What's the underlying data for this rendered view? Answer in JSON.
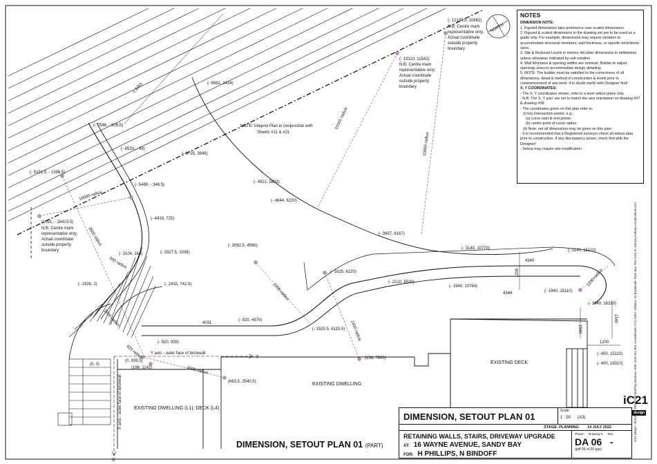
{
  "notes": {
    "heading": "NOTES",
    "dimension_note_heading": "DIMENSION NOTE:",
    "items": [
      "1. Figured dimensions take preference over scaled dimensions.",
      "2. Figured & scaled dimensions in the drawing set are to be used as a guide only. For example; dimensions may require variation to accommodate structural members, wall thickness, or specific brick/block sizes.",
      "3. Site & Reduced Levels in metres; All other dimensions in millimetres unless otherwise indicated by unit notation.",
      "4. Wall thickness & opening widths are nominal; Builder to adjust openings sizes to accommodate design detailing.",
      "5. NOTE: The builder must be satisfied to the correctness of all dimensions, detail & method of construction & levels prior to commencement of any work. If in doubt clarify with Designer first!"
    ],
    "xy_heading": "X, Y COORDINATES:",
    "xy_items": [
      "- The X, Y coordinates shown, refer to a level setout plane only.",
      "- N.B: The X, Y axis' are set to match the axis orientation on drawing #07 & drawing #08",
      "- The coordinates given on this plan refer to:",
      "(i) key intersection points; e.g.;",
      "(a) curve start & end points;",
      "(b) centre point of curve radius;",
      "(ii) Note: not all dimensions may be given on this plan.",
      "- It is recommended that a Registered surveyor check all setout data prior to construction. If any discrepancy arises, check first with the Designer!",
      "- Setout may require site modification"
    ]
  },
  "side_credit": "iC21 Design - BUILDING DESIGN & DrafTing Services; Mob: 0416 251 904; Accreditation # CC 609V; Address: 61 Esplanade, Rose Bay, TAS 7015; E: anthony.sullivan.ic21@outlook.com",
  "north_label": "NORTH",
  "labels": {
    "plan_note": "NOTE: Intepret Plan in conjunction with",
    "plan_note2": "Sheets #11 & #21",
    "centre_note_1": "N.B: Centre mark",
    "centre_note_2": "representative only;",
    "centre_note_3": "Actual coordinate",
    "centre_note_4": "outside property",
    "centre_note_5": "boundary",
    "y_axis": "Y axis - outer face of brickwall",
    "x_axis": "X axis - outer face of brickwall",
    "y_letter": "Y",
    "x_letter": "X",
    "existing_deck": "EXISTING DECK",
    "existing_dwelling": "EXISTING DWELLING",
    "existing_dwelling_l1": "EXISTING DWELLING (L1); DECK (L4)"
  },
  "coordinates": [
    "(- 12139.5, 10862)",
    "(- 13110, 11542)",
    "(- 8982, 2434)",
    "(- 7546, - 609.5)",
    "(- 8533, - 99)",
    "(- 6725, 3846)",
    "(- 5151.5, - 1596.5)",
    "(- 5489, - 346.5)",
    "(- 4419, 725)",
    "(1051, - 16423.5)",
    "(- 4921, 5803)",
    "(- 4644, 6220)",
    "(- 3697, 8167)",
    "(- 3104, 164)",
    "(- 3327.5, 1036)",
    "(- 3082.5, 4566)",
    "(- 3140, 10770)",
    "(- 3140, 15110)",
    "(- 1926, 2)",
    "(- 2415, 742.5)",
    "(- 1625, 6220)",
    "(- 2210, 8530)",
    "(- 1940, 10764)",
    "(- 1940, 15110)",
    "(- 1940, 16310)",
    "(- 920, 4970)",
    "(- 1520.5, 6115.5)",
    "(- 920, 939)",
    "(0, 0)",
    "(0, 939.5)",
    "(186, 1142)",
    "(156, 7900)",
    "(663.5, 3540.5)",
    "(- 400, 15110)",
    "(- 400, 16310)"
  ],
  "dimensions": [
    "± 3365",
    "18000 radius",
    "3600 radius",
    "10000 radius",
    "10000 radius",
    "2200 radius",
    "2400 radius",
    "2400 radius",
    "4600 radius",
    "820 radius",
    "600 radius",
    "1200 radius",
    "4031",
    "4340",
    "1200",
    "4346",
    "1540",
    "1540",
    "1200"
  ],
  "title_block": {
    "title": "DIMENSION, SETOUT PLAN 01",
    "scale_label": "Scale:",
    "scale_value": "1 : 50",
    "paper": "(A3)",
    "stage": "STAGE: PLANNING",
    "date": "14 JULY 2022",
    "project": "RETAINING WALLS, STAIRS, DRIVEWAY UPGRADE",
    "at_label": "AT:",
    "address": "16 WAYNE AVENUE, SANDY BAY",
    "for_label": "FOR:",
    "client": "H PHILLIPS, N BINDOFF",
    "phase_label": "Phase:",
    "drawing_label": "Drawing #:",
    "rev_label": "Rev",
    "phase": "DA",
    "drawing_no": "06",
    "rev": "-",
    "pdf": "(pdf 06 of 20 pgs)"
  },
  "logo": {
    "mark": "iC21",
    "design": "design"
  },
  "part_title": {
    "main": "DIMENSION, SETOUT PLAN 01",
    "suffix": "(PART)"
  }
}
